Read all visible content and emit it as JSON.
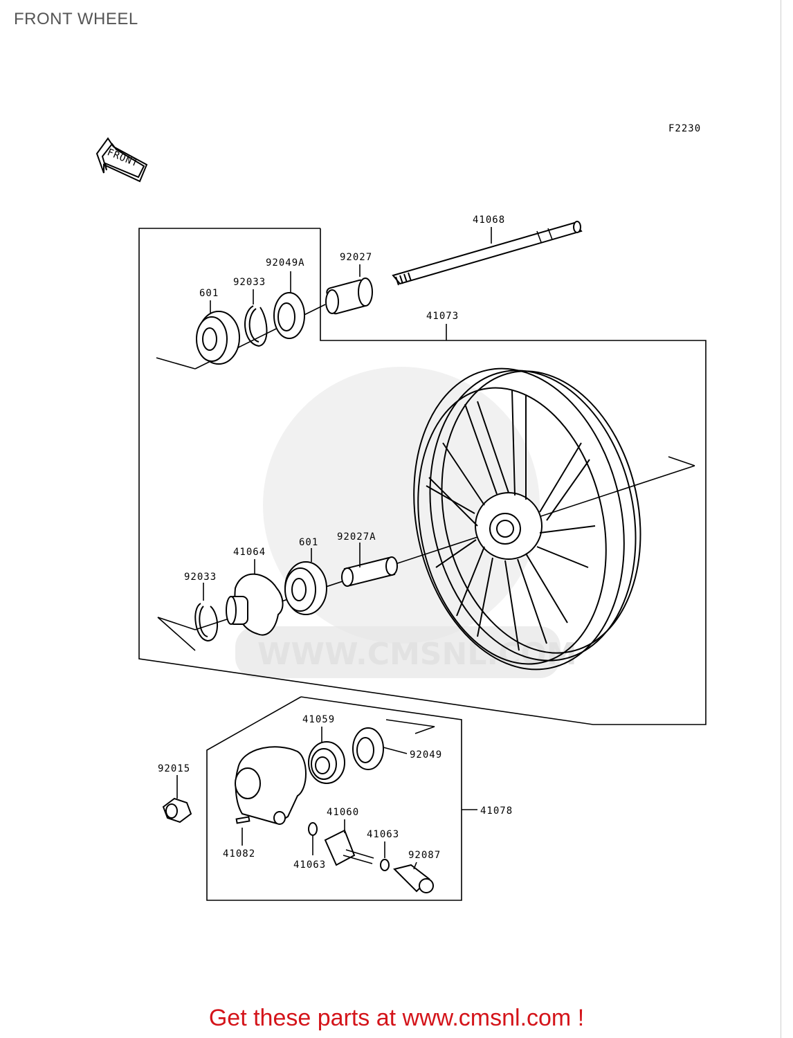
{
  "page": {
    "title": "FRONT WHEEL"
  },
  "diagram": {
    "ref_code": "F2230",
    "front_arrow": "FRONT",
    "watermark": "WWW.CMSNL.COM",
    "parts": {
      "axle": "41068",
      "wheel": "41073",
      "collar_right": "92027",
      "oil_seal_a": "92049A",
      "circlip_right": "92033",
      "bearing_right": "601",
      "hub_plate": "41064",
      "bearing_left": "601",
      "collar_left": "92027A",
      "circlip_left": "92033",
      "gear": "41059",
      "oil_seal": "92049",
      "gearbox_assy": "41078",
      "nut": "92015",
      "pin": "41082",
      "pinion": "41060",
      "washer_a": "41063",
      "washer_b": "41063",
      "bushing": "92087"
    }
  },
  "footer": {
    "cta": "Get these parts at www.cmsnl.com !"
  },
  "colors": {
    "cta": "#d4141a",
    "ink": "#000000",
    "title": "#555555"
  }
}
